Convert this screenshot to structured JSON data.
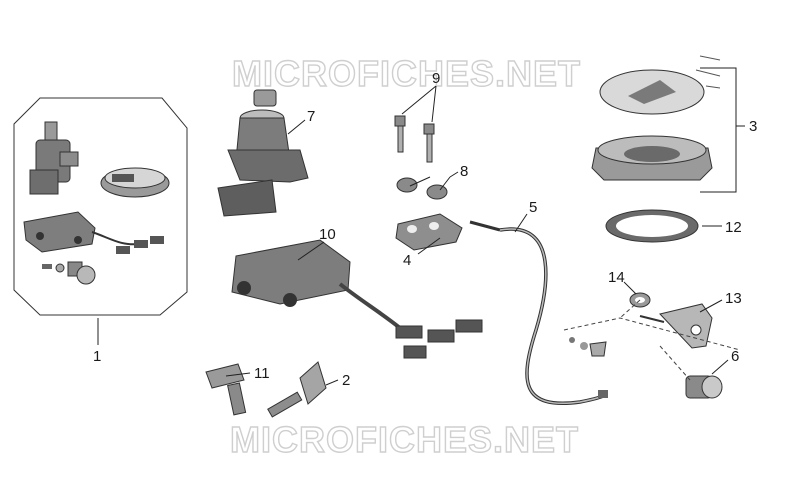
{
  "watermarks": [
    "MICROFICHES.NET",
    "MICROFICHES.NET"
  ],
  "callouts": [
    "1",
    "2",
    "3",
    "4",
    "5",
    "6",
    "7",
    "8",
    "9",
    "10",
    "11",
    "12",
    "13",
    "14"
  ],
  "colors": {
    "part_fill": "#8a8a8a",
    "part_dark": "#555555",
    "part_light": "#c4c4c4",
    "line": "#222222"
  }
}
